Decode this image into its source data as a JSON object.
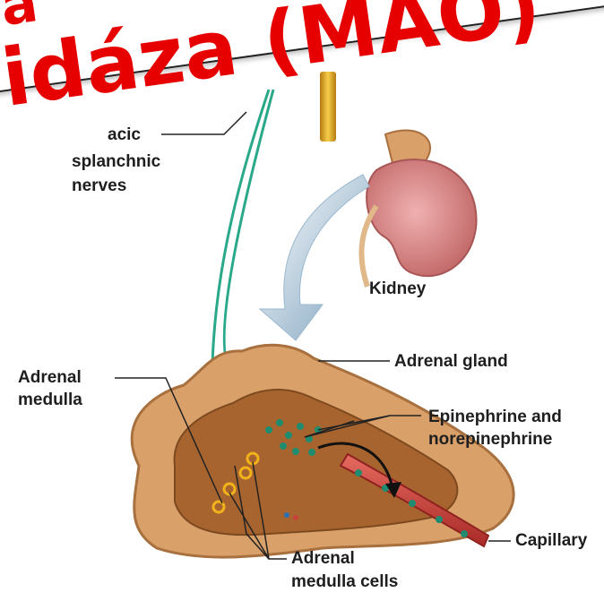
{
  "title": {
    "text": "idáza (MAO)",
    "partial_upper_text": "a"
  },
  "labels": {
    "thoracic_line1": "acic",
    "thoracic_line2": "splanchnic",
    "thoracic_line3": "nerves",
    "kidney": "Kidney",
    "adrenal_gland": "Adrenal gland",
    "adrenal_medulla_1": "Adrenal",
    "adrenal_medulla_2": "medulla",
    "epinephrine_1": "Epinephrine and",
    "epinephrine_2": "norepinephrine",
    "capillary": "Capillary",
    "medulla_cells_1": "Adrenal",
    "medulla_cells_2": "medulla cells"
  },
  "colors": {
    "title_red": "#e60000",
    "gland_tan": "#d9a06a",
    "cortex_outline": "#a8703e",
    "medulla_brown": "#a8642e",
    "nerve_green": "#2aa88a",
    "capillary_red": "#c8403a",
    "cell_yellow": "#f2b21c",
    "arrow_blue": "#8fb3cc",
    "kidney_pink": "#d98a8a",
    "spinal_gold": "#e0a91c"
  }
}
